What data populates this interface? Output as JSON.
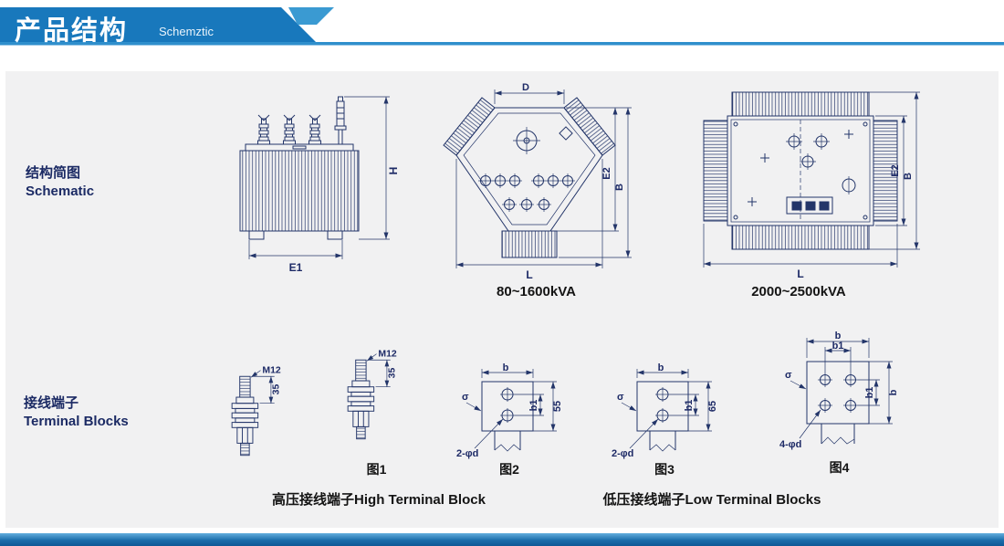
{
  "header": {
    "title": "产品结构",
    "subtitle": "Schemztic"
  },
  "sections": {
    "schematic": {
      "cn": "结构简图",
      "en": "Schematic"
    },
    "terminal": {
      "cn": "接线端子",
      "en": "Terminal Blocks"
    }
  },
  "schematics": {
    "side_view": {
      "dims": {
        "h": "H",
        "e1": "E1"
      }
    },
    "tri_view": {
      "dims": {
        "d": "D",
        "e2": "E2",
        "b": "B",
        "l": "L"
      },
      "caption": "80~1600kVA"
    },
    "rect_view": {
      "dims": {
        "e2": "E2",
        "b": "B",
        "l": "L"
      },
      "caption": "2000~2500kVA"
    }
  },
  "terminals": {
    "bolt1": {
      "thread": "M12",
      "h": "35"
    },
    "bolt2": {
      "thread": "M12",
      "h": "35",
      "caption": "图1"
    },
    "plate2": {
      "b": "b",
      "b1": "b1",
      "h": "55",
      "sigma": "σ",
      "holes": "2-φd",
      "caption": "图2"
    },
    "plate3": {
      "b": "b",
      "b1": "b1",
      "h": "65",
      "sigma": "σ",
      "holes": "2-φd",
      "caption": "图3"
    },
    "plate4": {
      "b": "b",
      "b1": "b1",
      "sigma": "σ",
      "holes": "4-φd",
      "caption": "图4"
    },
    "high_caption": "高压接线端子High Terminal Block",
    "low_caption": "低压接线端子Low Terminal Blocks"
  },
  "colors": {
    "header_blue": "#1878bc",
    "accent_blue": "#3a9ad2",
    "underline_blue": "#2f8fcc",
    "line_navy": "#233569",
    "panel_bg": "#f1f1f2"
  }
}
